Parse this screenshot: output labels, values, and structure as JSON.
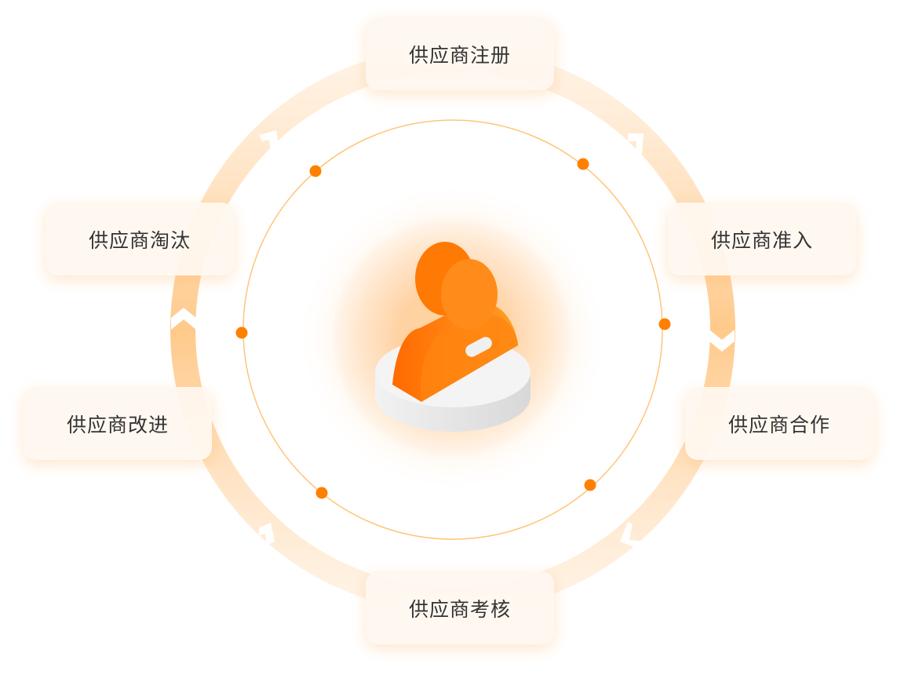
{
  "diagram": {
    "title_center_icon": "supplier-user-icon",
    "stages": [
      {
        "label": "供应商注册"
      },
      {
        "label": "供应商准入"
      },
      {
        "label": "供应商合作"
      },
      {
        "label": "供应商考核"
      },
      {
        "label": "供应商改进"
      },
      {
        "label": "供应商淘汰"
      }
    ],
    "colors": {
      "accent": "#ff7a00",
      "ring": "#ffc98a",
      "thin_ring": "#ffc57a",
      "text": "#333333"
    }
  }
}
